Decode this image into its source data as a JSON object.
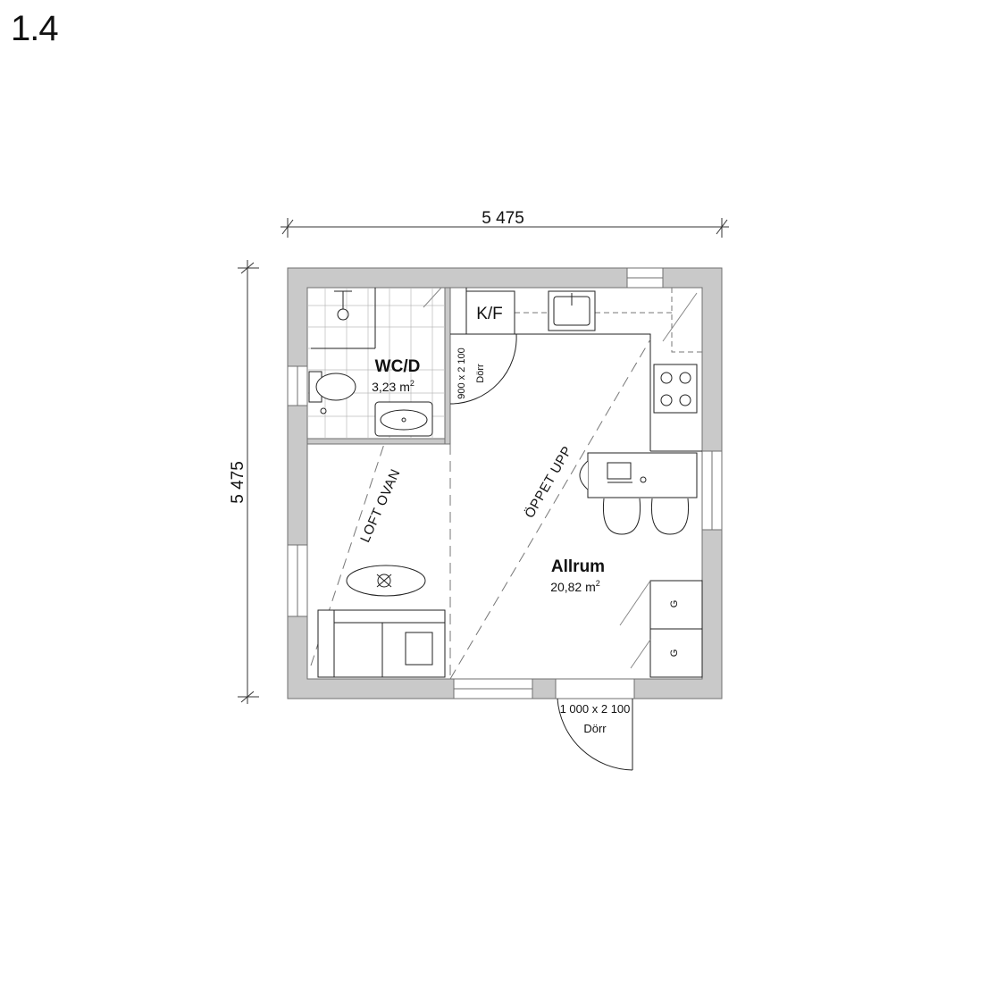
{
  "sheet_number": "1.4",
  "dimensions": {
    "width": "5 475",
    "height": "5 475"
  },
  "rooms": {
    "bathroom": {
      "name": "WC/D",
      "area": "3,23 m",
      "area_sup": "2"
    },
    "living": {
      "name": "Allrum",
      "area": "20,82 m",
      "area_sup": "2"
    }
  },
  "labels": {
    "fridge_freezer": "K/F",
    "loft_above": "LOFT OVAN",
    "open_above": "ÖPPET UPP",
    "appliance_1": "G",
    "appliance_2": "G"
  },
  "doors": {
    "interior": {
      "size": "900 x 2 100",
      "label": "Dörr"
    },
    "entrance": {
      "size": "1 000 x 2 100",
      "label": "Dörr"
    }
  },
  "colors": {
    "wall_fill": "#c9c9c9",
    "wall_stroke": "#6f6f6f",
    "line": "#222222",
    "light_line": "#9a9a9a"
  }
}
